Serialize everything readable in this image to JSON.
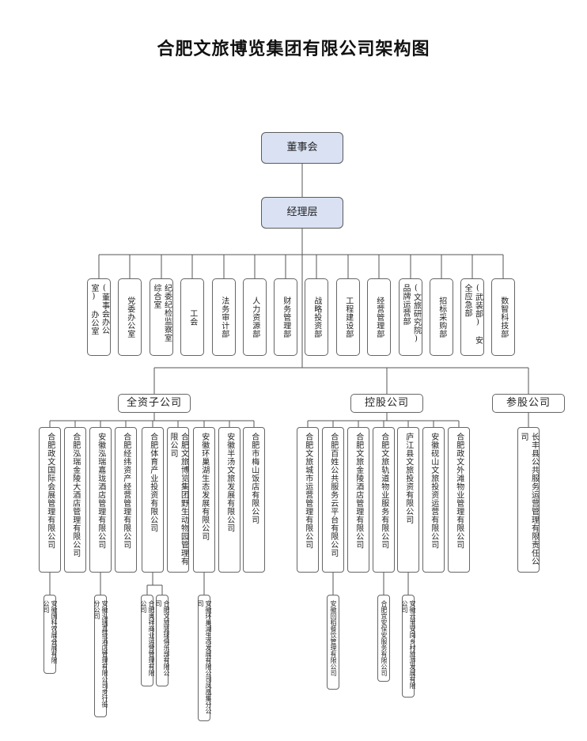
{
  "title": "合肥文旅博览集团有限公司架构图",
  "board": "董事会",
  "management": "经理层",
  "departments": [
    "(董事会办公室)\n办公室",
    "党委办公室",
    "纪委纪检监察室\n综合室",
    "工会",
    "法务审计部",
    "人力资源部",
    "财务管理部",
    "战略投资部",
    "工程建设部",
    "经营管理部",
    "(文旅研究院)\n品牌运营部",
    "招标采购部",
    "(武装部)\n安全应急部",
    "数智科技部"
  ],
  "groups": {
    "wholly": {
      "label": "全资子公司",
      "companies": [
        "合肥政文国际会展管理有限公司",
        "合肥泓瑞金陵大酒店管理有限公司",
        "安徽泓瑞嘉珑酒店管理有限公司",
        "合肥经纬资产经营管理有限公司",
        "合肥体育产业投资有限公司",
        "合肥文旅博览集团野生动物园管理有限公司",
        "安徽环巢湖生态发展有限公司",
        "安徽半汤文旅发展有限公司",
        "合肥市梅山饭店有限公司"
      ],
      "subsidiaries": [
        "安徽国科农展会展有限公司",
        "安徽泓瑞嘉珑酒店管理有限公司步行街分公司",
        "合肥奥祥商业运营管理有限公司",
        "合肥文旅篮球俱乐部有限公司",
        "安徽环巢湖生态发展有限公司凤凰集分公司"
      ]
    },
    "holding": {
      "label": "控股公司",
      "companies": [
        "合肥文旅城市运营管理有限公司",
        "合肥百姓公共服务云平台有限公司",
        "合肥文旅金陵酒店管理有限公司",
        "合肥文旅轨道物业服务有限公司",
        "庐江县文旅投资有限公司",
        "安徽砚山文旅投资运营有限公司",
        "合肥政文外滩物业管理有限公司"
      ],
      "subsidiaries": [
        "安徽回稻餐饮管理有限公司",
        "合肥宜安保安服务有限公司",
        "安徽云里安岗乡村旅游发展有限公司"
      ]
    },
    "share": {
      "label": "参股公司",
      "companies": [
        "长丰县公共服务运营管理有限责任公司"
      ]
    }
  }
}
